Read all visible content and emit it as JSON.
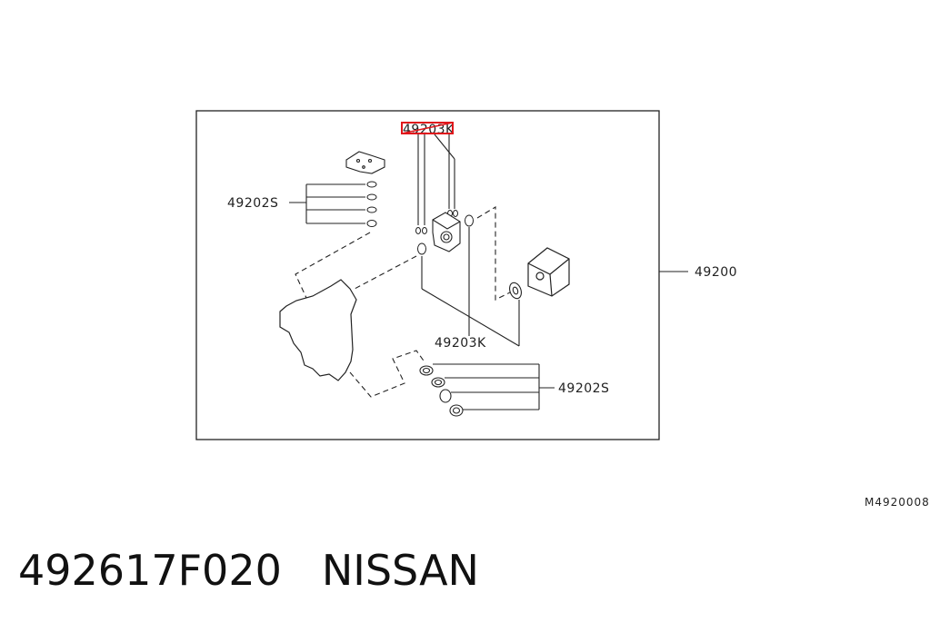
{
  "diagram": {
    "callouts": {
      "top_kit": "49203K",
      "left_seals": "49202S",
      "assembly": "49200",
      "middle_kit": "49203K",
      "right_seals": "49202S"
    },
    "reference_code": "M4920008",
    "highlight_color": "#e0161b"
  },
  "caption": {
    "part_number": "492617F020",
    "brand": "NISSAN"
  }
}
